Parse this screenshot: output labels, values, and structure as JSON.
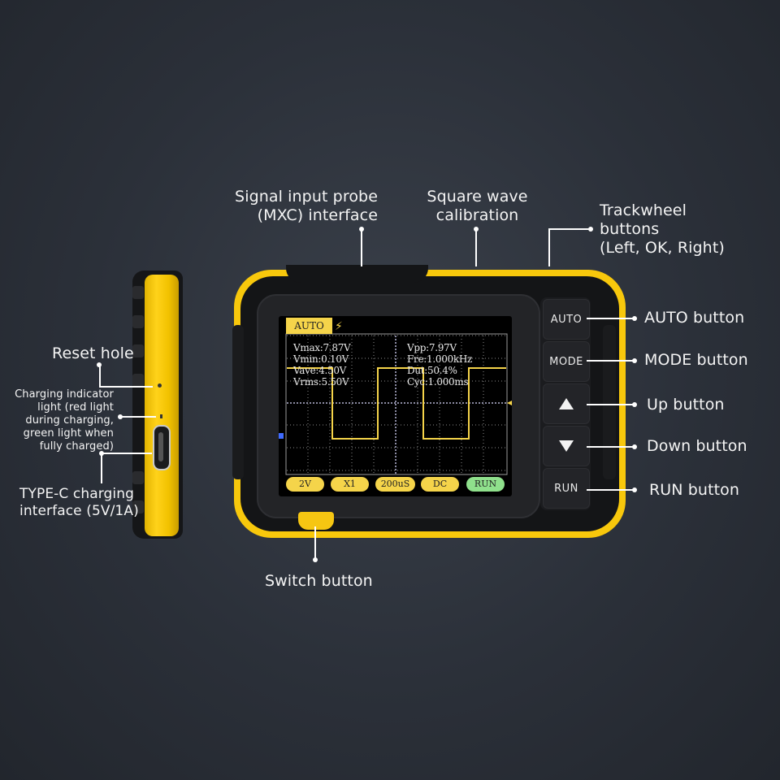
{
  "labels": {
    "signal_input": [
      "Signal input probe",
      "(MXC) interface"
    ],
    "square_wave": [
      "Square wave",
      "calibration"
    ],
    "trackwheel": [
      "Trackwheel",
      "buttons",
      "(Left, OK, Right)"
    ],
    "auto_button": "AUTO button",
    "mode_button": "MODE button",
    "up_button": "Up button",
    "down_button": "Down button",
    "run_button": "RUN button",
    "switch_button": "Switch button",
    "reset_hole": "Reset hole",
    "charging_indicator": [
      "Charging indicator",
      "light (red light",
      "during charging,",
      "green light when",
      "fully charged)"
    ],
    "type_c": [
      "TYPE-C charging",
      "interface (5V/1A)"
    ]
  },
  "device_buttons": {
    "auto": "AUTO",
    "mode": "MODE",
    "run": "RUN"
  },
  "icons": [
    "up-arrow-icon",
    "down-arrow-icon",
    "trigger-icon",
    "trigger-level-marker-icon",
    "ground-marker-icon"
  ],
  "screen": {
    "mode_tab": "AUTO",
    "trigger_symbol": "⚡",
    "measurements": {
      "vmax": "Vmax:7.87V",
      "vmin": "Vmin:0.10V",
      "vave": "Vave:4.50V",
      "vrms": "Vrms:5.50V",
      "vpp": "Vpp:7.97V",
      "fre": "Fre:1.000kHz",
      "dut": "Dut:50.4%",
      "cyc": "Cyc:1.000ms"
    },
    "chips": [
      "2V",
      "X1",
      "200uS",
      "DC",
      "RUN"
    ],
    "waveform_color": "#f5d44a"
  },
  "colors": {
    "device_yellow": "#f8c80c",
    "device_black": "#141517",
    "background": "#2b3039"
  }
}
